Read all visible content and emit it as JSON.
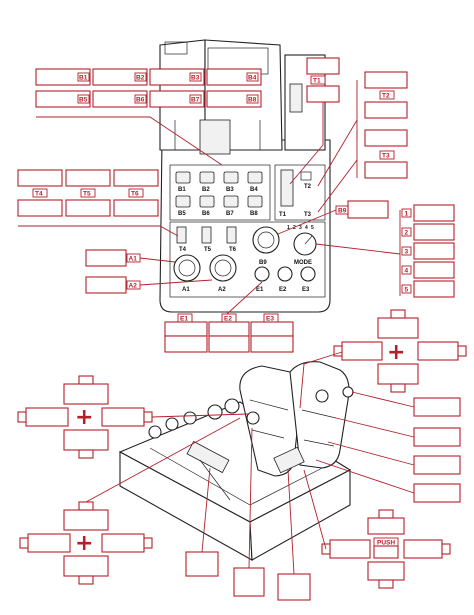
{
  "colors": {
    "accent": "#b3202a",
    "outline": "#222222"
  },
  "top_view": {
    "buttons": [
      "B1",
      "B2",
      "B3",
      "B4",
      "B5",
      "B6",
      "B7",
      "B8"
    ],
    "throttles": [
      "T1",
      "T2",
      "T3"
    ],
    "toggles": [
      "T4",
      "T5",
      "T6"
    ],
    "axes": [
      "A1",
      "A2"
    ],
    "encoders": [
      "E1",
      "E2",
      "E3"
    ],
    "mode_button": "B9",
    "mode_label": "MODE",
    "mode_positions": [
      "1",
      "2",
      "3",
      "4",
      "5"
    ]
  },
  "callout_tags": {
    "buttons": [
      "B1",
      "B2",
      "B3",
      "B4",
      "B5",
      "B6",
      "B7",
      "B8",
      "B9"
    ],
    "throttles": [
      "T1",
      "T2",
      "T3"
    ],
    "toggles": [
      "T4",
      "T5",
      "T6"
    ],
    "axes": [
      "A1",
      "A2"
    ],
    "encoders": [
      "E1",
      "E2",
      "E3"
    ],
    "modes": [
      "1",
      "2",
      "3",
      "4",
      "5"
    ]
  },
  "perspective_view": {
    "push_label": "PUSH",
    "hat_symbol": "+"
  }
}
